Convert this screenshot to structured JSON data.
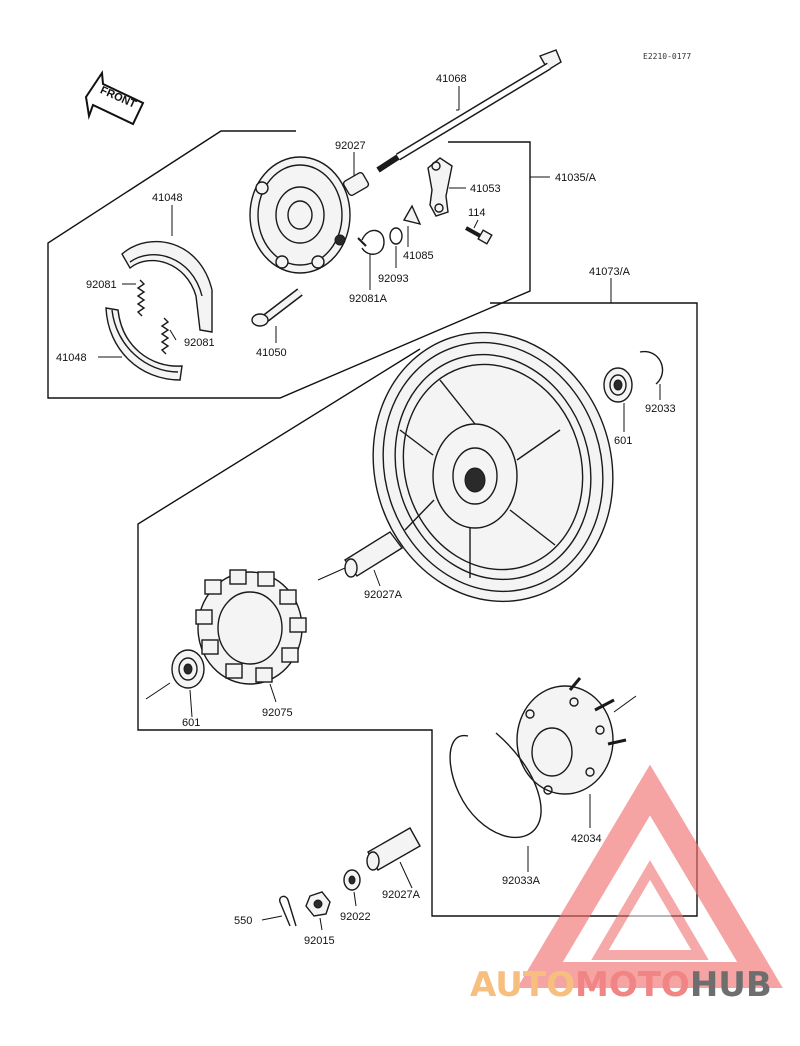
{
  "diagram_code": "E2210-0177",
  "front_arrow_label": "FRONT",
  "parts": {
    "axle": "41068",
    "collar_top": "92027",
    "brake_shoe_top": "41048",
    "brake_shoe_bottom": "41048",
    "spring_left": "92081",
    "spring_right": "92081",
    "cam_shaft": "41050",
    "brake_panel_assy": "41035/A",
    "cam_lever": "41053",
    "bolt": "114",
    "washer_small": "41085",
    "seal": "92093",
    "spring_pin": "92081A",
    "wheel_assy": "41073/A",
    "bearing_right": "601",
    "circlip_right": "92033",
    "collar_mid": "92027A",
    "bearing_left": "601",
    "damper": "92075",
    "sprocket_hub": "42034",
    "circlip_large": "92033A",
    "collar_bottom": "92027A",
    "washer": "92022",
    "nut": "92015",
    "cotter_pin": "550"
  },
  "watermark": {
    "part1": "AUTO",
    "part2": "MOTO",
    "part3": "HUB",
    "color1": "#f5b56a",
    "color2": "#ef6f6f",
    "color3": "#555555"
  }
}
